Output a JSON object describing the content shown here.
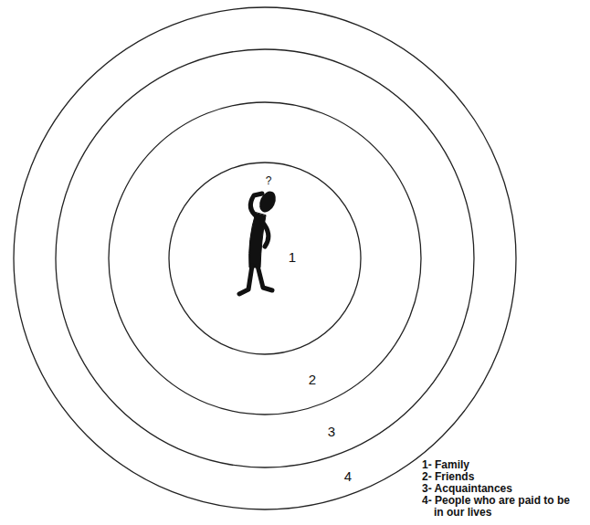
{
  "diagram": {
    "nodes": [
      {
        "text": [
          "4"
        ]
      },
      {
        "text": [
          "3"
        ],
        "in": 0
      },
      {
        "text": [
          "2"
        ],
        "in": 1
      },
      {
        "text": [
          "1"
        ],
        "in": 2
      }
    ],
    "labels": [
      "?",
      "1- Family",
      "2- Friends",
      "3- Acquaintances",
      "4- People who are paid to be in our lives"
    ]
  }
}
